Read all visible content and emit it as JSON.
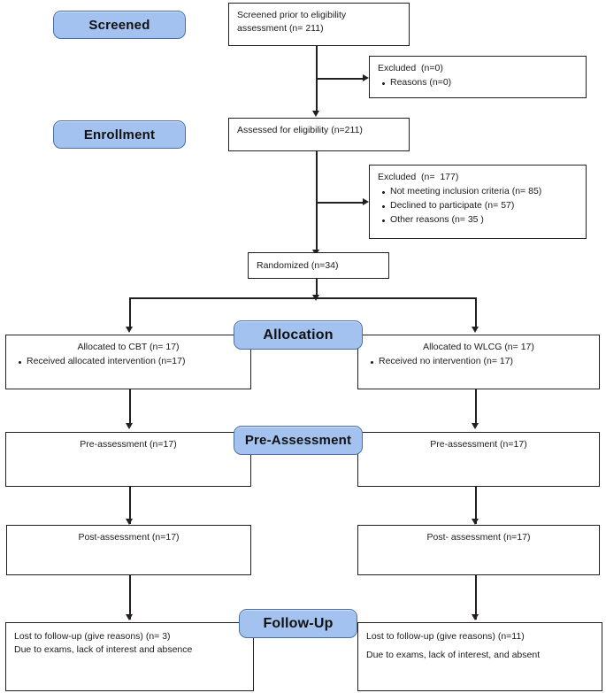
{
  "diagram": {
    "title": "CONSORT participant flow diagram",
    "accent_color": "#a3c2ef",
    "accent_border_color": "#4a6fa5",
    "line_color": "#231f20",
    "background_color": "#ffffff"
  },
  "stages": [
    {
      "id": "screened",
      "label": "Screened"
    },
    {
      "id": "enrollment",
      "label": "Enrollment"
    },
    {
      "id": "allocation",
      "label": "Allocation"
    },
    {
      "id": "pre_assessment",
      "label": "Pre-Assessment"
    },
    {
      "id": "follow_up",
      "label": "Follow-Up"
    }
  ],
  "boxes": {
    "screened_prior": {
      "text": "Screened prior to eligibility\nassessment (n= 211)"
    },
    "excluded_screen": {
      "heading": "Excluded  (n=0)",
      "items": [
        "Reasons (n=0)"
      ]
    },
    "assessed": {
      "text": "Assessed for eligibility (n=211)"
    },
    "excluded_eligibility": {
      "heading": "Excluded  (n=  177)",
      "items": [
        "Not meeting inclusion criteria (n= 85)",
        "Declined to participate (n= 57)",
        "Other reasons (n= 35 )"
      ]
    },
    "randomized": {
      "text": "Randomized (n=34)"
    },
    "allocated_cbt": {
      "heading": "Allocated to CBT (n= 17)",
      "items": [
        "Received allocated intervention (n=17)"
      ]
    },
    "allocated_wlcg": {
      "heading": "Allocated to WLCG (n= 17)",
      "items": [
        "Received no intervention (n= 17)"
      ]
    },
    "pre_left": {
      "text": "Pre-assessment (n=17)"
    },
    "pre_right": {
      "text": "Pre-assessment (n=17)"
    },
    "post_left": {
      "text": "Post-assessment (n=17)"
    },
    "post_right": {
      "text": "Post- assessment (n=17)"
    },
    "follow_left": {
      "line1": "Lost to follow-up (give reasons) (n= 3)",
      "line2": "Due to exams, lack of interest and absence"
    },
    "follow_right": {
      "line1": "Lost to follow-up (give reasons) (n=11)",
      "line2": "Due to exams, lack of interest, and absent"
    }
  }
}
